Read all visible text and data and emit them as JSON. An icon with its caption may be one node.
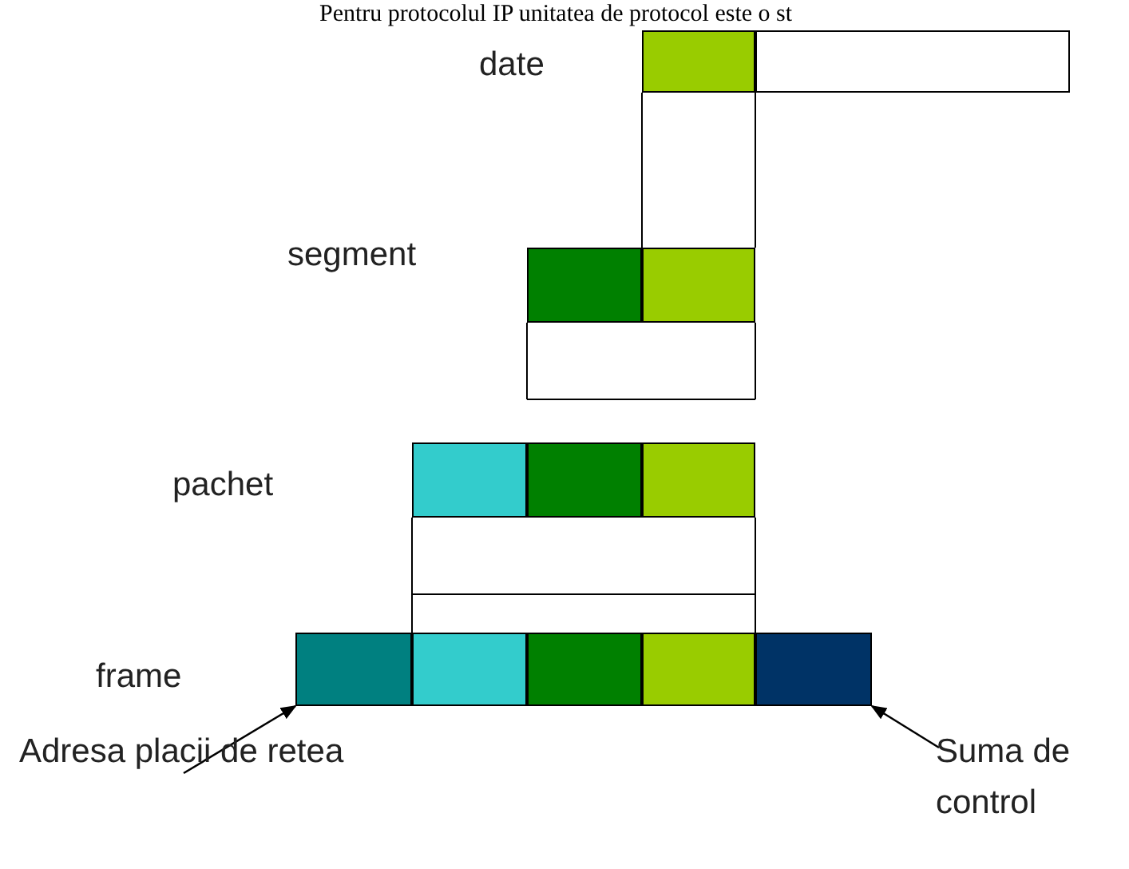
{
  "diagram": {
    "nodes": [
      {
        "text": [],
        "shape": "box"
      },
      {
        "text": [],
        "shape": "box"
      },
      {
        "text": [],
        "shape": "box"
      },
      {
        "text": [],
        "shape": "box"
      },
      {
        "text": [],
        "shape": "box"
      },
      {
        "text": [],
        "shape": "box"
      },
      {
        "text": [],
        "shape": "box"
      },
      {
        "text": [],
        "shape": "box"
      },
      {
        "text": [],
        "shape": "box"
      },
      {
        "text": [],
        "shape": "box"
      },
      {
        "text": [],
        "shape": "box"
      },
      {
        "text": [],
        "shape": "box"
      },
      {
        "text": [
          "Adresa placii de retea"
        ]
      },
      {
        "text": [
          "Suma de control"
        ]
      }
    ],
    "edges": [
      {
        "from": 12,
        "to": 7,
        "arrow": "to"
      },
      {
        "from": 13,
        "to": 11,
        "arrow": "to"
      }
    ],
    "labels": [
      "Pentru protocolul IP unitatea de protocol este o st",
      "date",
      "segment",
      "pachet",
      "frame"
    ]
  }
}
